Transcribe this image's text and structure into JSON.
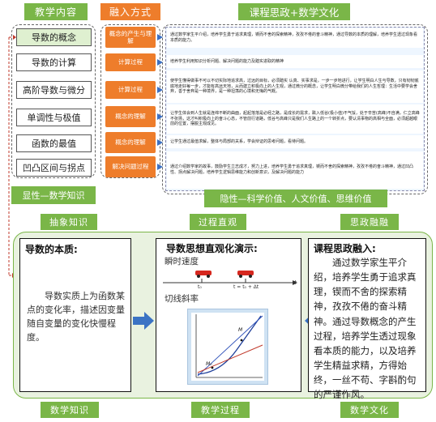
{
  "headers": {
    "content": "教学内容",
    "method": "融入方式",
    "ideology": "课程思政+数学文化"
  },
  "rows": [
    {
      "topic": "导数的概念",
      "method": "概念的产生与理解",
      "desc": "通过数学家生平介绍，培养学生勇于追求真理，锲而不舍的探索精神，孜孜不倦的奋斗精神，通过导数的本质的理解，培养学生透过现象看本质的能力。"
    },
    {
      "topic": "导数的计算",
      "method": "计算过程",
      "desc": "培养学生利用知识分析问题、解决问题的能力及踏实进取的精神"
    },
    {
      "topic": "高阶导数与微分",
      "method": "计算过程",
      "desc": "使学生懂得做事不可以不切实际地追求高，过远的目标，必须踏实 认真、实事求是，一步一步地进行，让学生明白人生与导数，只有彻彻底底地走好每一步，才能有高远天地，从而建立积极向上的人生观，通过微分的概念，让学生明白微分带给我们的人生哲理：生活中要学会舍弃，善于舍弃是一种境界，是一种坦荡的心境和无悔的气概。"
    },
    {
      "topic": "单调性与极值",
      "method": "概念的理解",
      "desc": "让学生体会到人生就是连绵不断的曲面，起起落落是必经之路，是成长的需求，跌入低谷(极小值)不气馁，处于辛苦(高峰)不自满，仁立高峰不张扬，这才叫积极向上的奋斗心态，不管前行道路，低谷与高峰只是我们人生路上的一个转折点，要认清事物的高相与全面，必须超越眼前的位置，摆脱主观成见。"
    },
    {
      "topic": "函数的最值",
      "method": "概念的理解",
      "desc": "让学生通过最值求解，整体与局部的关系，学会辩证的思考问题，看待问题。"
    },
    {
      "topic": "凹凸区间与拐点",
      "method": "解决问题过程",
      "desc": "通过介绍数学家的故事，鼓励学生立志成才，努力上进，培养学生勇于追求真理，锲而不舍的探索精神，孜孜不倦的奋斗精神，通过凹凸性、拐点解决问题，培养学生逻辑思维能力和创新意识，及解决问题的能力"
    }
  ],
  "footer_labels": {
    "explicit": "显性—数学知识",
    "implicit": "隐性—科学价值、人文价值、思维价值"
  },
  "section_labels": {
    "abstract": "抽象知识",
    "process": "过程直观",
    "fusion": "思政融融"
  },
  "panels": {
    "left_title": "导数的本质:",
    "left_text": "导数实质上为函数某点的变化率，描述因变量随自变量的变化快慢程度。",
    "mid_title": "导数思想直观化演示:",
    "mid_speed": "瞬时速度",
    "mid_slope": "切线斜率",
    "axis_t": "t",
    "axis_t0": "t₀",
    "axis_tdt": "t = t₀ + Δt",
    "pt_m": "M",
    "pt_m0": "M₀",
    "right_title": "课程思政融入:",
    "right_text": "通过数学家生平介绍，培养学生勇于追求真理，锲而不舍的探索精神，孜孜不倦的奋斗精神。通过导数概念的产生过程，培养学生透过现象看本质的能力，以及培养学生精益求精，方得始终，一丝不苟、字斟酌句的严谨作风。"
  },
  "bottom_labels": {
    "knowledge": "数学知识",
    "process": "教学过程",
    "culture": "数学文化"
  },
  "colors": {
    "green": "#7ab648",
    "orange": "#ee7d2b",
    "blue_arrow": "#3b6fc2",
    "frame_green": "#e9f2e0"
  }
}
